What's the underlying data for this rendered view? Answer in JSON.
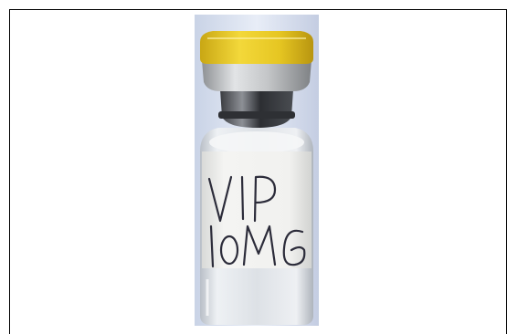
{
  "image": {
    "subject": "vial",
    "label": {
      "line1": "VIP",
      "line2": "10MG"
    },
    "colors": {
      "background": "#ffffff",
      "frame_border": "#000000",
      "photo_backdrop": "#dfe6f3",
      "cap": "#e9c92a",
      "crimp": "#b7b9bb",
      "glass": "#d9dde2",
      "label_paper": "#efefed",
      "ink": "#2c2c3a"
    }
  }
}
